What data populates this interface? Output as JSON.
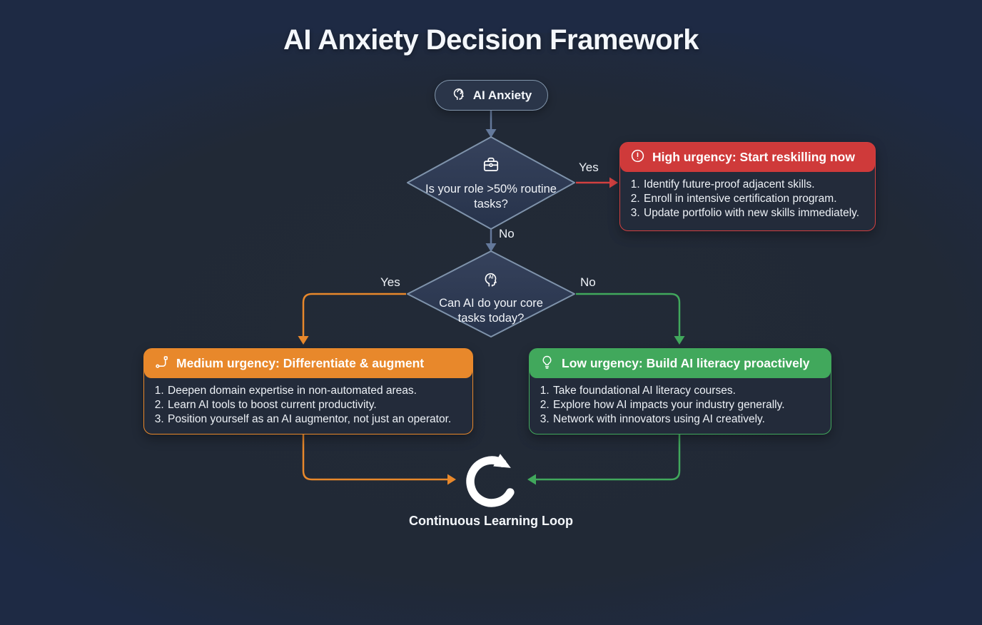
{
  "title": "AI Anxiety Decision Framework",
  "colors": {
    "background": "#1e2a44",
    "panel": "#232b3a",
    "blue_edge": "#64799b",
    "node_fill_top": "#36425c",
    "node_fill_bottom": "#27334b",
    "node_border": "#7f93ab",
    "red": "#cf3a3a",
    "orange": "#e8882b",
    "green": "#41a85c",
    "text": "#f3f6fa"
  },
  "start": {
    "label": "AI Anxiety",
    "icon": "brain-head-icon"
  },
  "decisions": {
    "d1": {
      "question": "Is your role >50% routine tasks?",
      "icon": "briefcase-icon",
      "yes_label": "Yes",
      "no_label": "No"
    },
    "d2": {
      "question": "Can AI do your core tasks today?",
      "icon": "ai-head-icon",
      "yes_label": "Yes",
      "no_label": "No"
    }
  },
  "outcomes": {
    "high": {
      "title": "High urgency: Start reskilling now",
      "icon": "alert-circle-icon",
      "accent": "#cf3a3a",
      "steps": [
        "Identify future-proof adjacent skills.",
        "Enroll in intensive certification program.",
        "Update portfolio with new skills immediately."
      ]
    },
    "medium": {
      "title": "Medium urgency: Differentiate & augment",
      "icon": "route-icon",
      "accent": "#e8882b",
      "steps": [
        "Deepen domain expertise in non-automated areas.",
        "Learn AI tools to boost current productivity.",
        "Position yourself as an AI augmentor, not just an operator."
      ]
    },
    "low": {
      "title": "Low urgency: Build AI literacy proactively",
      "icon": "lightbulb-icon",
      "accent": "#41a85c",
      "steps": [
        "Take foundational AI literacy courses.",
        "Explore how AI impacts your industry generally.",
        "Network with innovators using AI creatively."
      ]
    }
  },
  "loop": {
    "label": "Continuous Learning Loop",
    "icon": "refresh-cw-icon"
  }
}
